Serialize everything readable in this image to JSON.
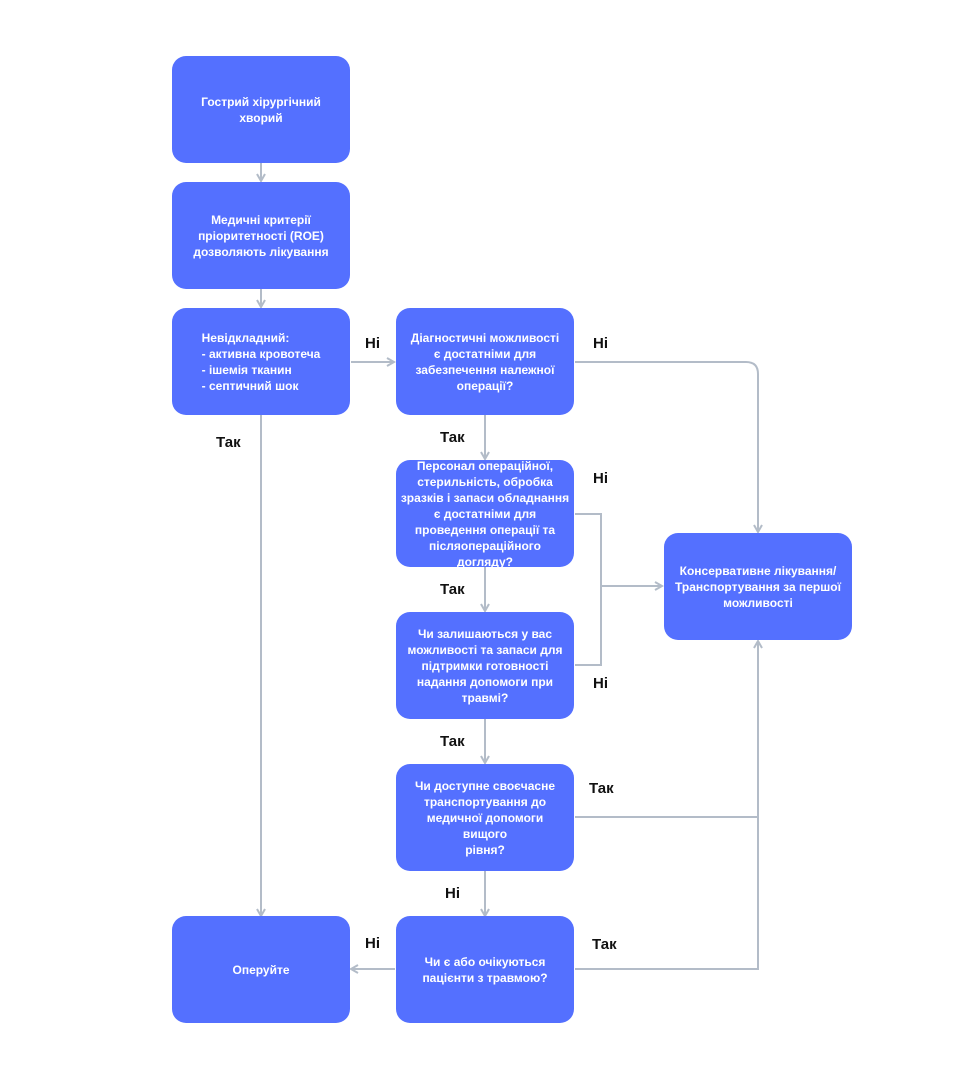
{
  "nodes": {
    "acute_patient": "Гострий хірургічний хворий",
    "roe_criteria": "Медичні критерії\nпріоритетності (ROE)\nдозволяють лікування",
    "urgent": "Невідкладний:\n- активна кровотеча\n- ішемія тканин\n- септичний шок",
    "diagnostic": "Діагностичні можливості\nє достатніми для\nзабезпечення належної\nоперації?",
    "staff": "Персонал операційної,\nстерильність, обробка\nзразків і запаси обладнання\nє достатніми для\nпроведення операції та\nпісляопераційного догляду?",
    "trauma_capacity": "Чи залишаються у вас\nможливості та запаси для\nпідтримки готовності\nнадання допомоги при\nтравмі?",
    "transport": "Чи доступне своєчасне\nтранспортування до\nмедичної допомоги вищого\nрівня?",
    "trauma_patients": "Чи є або очікуються\nпацієнти з травмою?",
    "operate": "Оперуйте",
    "conservative": "Консервативне лікування/\nТранспортування за першої\nможливості"
  },
  "edge_labels": {
    "urgent_no": "Ні",
    "urgent_yes": "Так",
    "diagnostic_no": "Ні",
    "diagnostic_yes": "Так",
    "staff_no": "Ні",
    "staff_yes": "Так",
    "trauma_capacity_no": "Ні",
    "trauma_capacity_yes": "Так",
    "transport_yes": "Так",
    "transport_no": "Ні",
    "trauma_patients_no": "Ні",
    "trauma_patients_yes": "Так"
  },
  "colors": {
    "node_fill": "#5470ff",
    "node_text": "#ffffff",
    "edge": "#b3bcc8"
  }
}
